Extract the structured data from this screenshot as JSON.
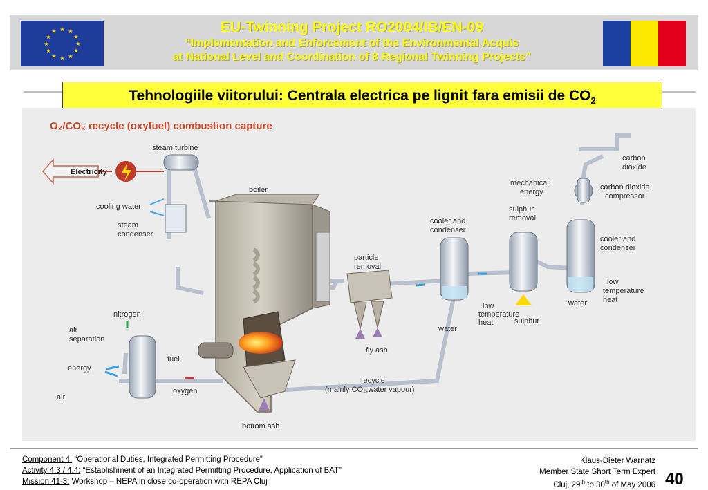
{
  "header": {
    "project_title": "EU-Twinning  Project  RO2004/IB/EN-09",
    "line1": "“Implementation and Enforcement of the Environmental Acquis",
    "line2": "at National Level and Coordination of 8 Regional Twinning Projects”",
    "ro_flag_colors": [
      "#1b3fa0",
      "#ffe800",
      "#e3001b"
    ]
  },
  "slide_title": {
    "main": "Tehnologiile viitorului: Centrala electrica pe lignit fara emisii de CO",
    "sub": "2"
  },
  "diagram": {
    "heading": "O₂/CO₂ recycle (oxyfuel) combustion capture",
    "labels": {
      "electricity": "Electricity",
      "steam_turbine": "steam turbine",
      "cooling_water": "cooling water",
      "steam_condenser_1": "steam",
      "steam_condenser_2": "condenser",
      "boiler": "boiler",
      "particle_removal_1": "particle",
      "particle_removal_2": "removal",
      "cooler_condenser_1_a": "cooler and",
      "cooler_condenser_1_b": "condenser",
      "sulphur_removal_1": "sulphur",
      "sulphur_removal_2": "removal",
      "mechanical_energy_1": "mechanical",
      "mechanical_energy_2": "energy",
      "carbon_dioxide_1": "carbon",
      "carbon_dioxide_2": "dioxide",
      "co2_compressor_1": "carbon dioxide",
      "co2_compressor_2": "compressor",
      "cooler_condenser_2_a": "cooler and",
      "cooler_condenser_2_b": "condenser",
      "low_temp_heat_1_a": "low",
      "low_temp_heat_1_b": "temperature",
      "low_temp_heat_1_c": "heat",
      "low_temp_heat_2_a": "low",
      "low_temp_heat_2_b": "temperature",
      "low_temp_heat_2_c": "heat",
      "water_1": "water",
      "water_2": "water",
      "sulphur": "sulphur",
      "nitrogen": "nitrogen",
      "air_separation_1": "air",
      "air_separation_2": "separation",
      "energy": "energy",
      "air": "air",
      "fuel": "fuel",
      "oxygen": "oxygen",
      "fly_ash": "fly ash",
      "recycle_1": "recycle",
      "recycle_2": "(mainly CO₂,water vapour)",
      "bottom_ash": "bottom ash"
    }
  },
  "footer": {
    "component_label": "Component 4:",
    "component_text": " “Operational Duties, Integrated Permitting Procedure”",
    "activity_label": "Activity 4.3 / 4.4:",
    "activity_text": " “Establishment of an Integrated Permitting Procedure, Application of BAT”",
    "mission_label": "Mission 41-3:",
    "mission_text": " Workshop – NEPA in close co-operation with REPA Cluj",
    "expert_name": "Klaus-Dieter Warnatz",
    "expert_role": "Member State Short Term Expert",
    "date_city": "Cluj, 29",
    "date_sup1": "th",
    "date_mid": " to 30",
    "date_sup2": "th",
    "date_end": " of May 2006",
    "slide_number": "40"
  }
}
